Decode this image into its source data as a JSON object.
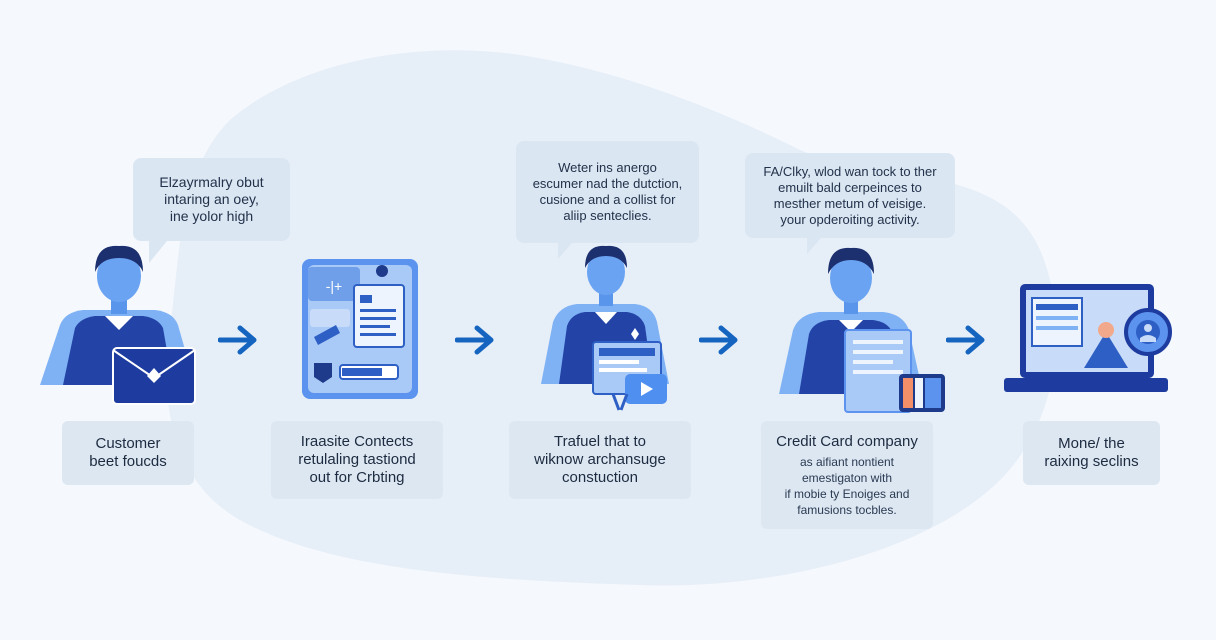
{
  "colors": {
    "background": "#f5f8fc",
    "blob": "#e6eef8",
    "bubble": "#dbe6f3",
    "label_box": "#dde7f2",
    "navy": "#1e3a8a",
    "accent_blue": "#1565c0",
    "light_blue": "#5b9bf0"
  },
  "steps": [
    {
      "icon": "person-with-envelope-icon",
      "bubble": [
        "Elzayrmalry obut",
        "intaring an oey,",
        "ine yolor high"
      ],
      "label": [
        "Customer",
        "beet foucds"
      ],
      "sub": []
    },
    {
      "icon": "documents-app-icon",
      "bubble": [],
      "label": [
        "Iraasite Contects",
        "retulaling tastiond",
        "out for Crbting"
      ],
      "sub": []
    },
    {
      "icon": "person-with-video-document-icon",
      "bubble": [
        "Weter ins anergo",
        "escumer nad the dutction,",
        "cusione and a collist for",
        "aliip senteclies."
      ],
      "label": [
        "Trafuel that to",
        "wiknow archansuge",
        "constuction"
      ],
      "sub": []
    },
    {
      "icon": "person-with-credit-card-icon",
      "bubble": [
        "FA/Clky, wlod wan tock to ther",
        "emuilt bald cerpeinces to",
        "mesther metum of veisige.",
        "your opderoiting activity."
      ],
      "label": [
        "Credit Card company"
      ],
      "sub": [
        "as aifiant nontient",
        "emestigaton with",
        "if mobie ty Enoiges and",
        "famusions tocbles."
      ]
    },
    {
      "icon": "laptop-with-alert-icon",
      "bubble": [],
      "label": [
        "Mone/ the",
        "raixing seclins"
      ],
      "sub": []
    }
  ]
}
